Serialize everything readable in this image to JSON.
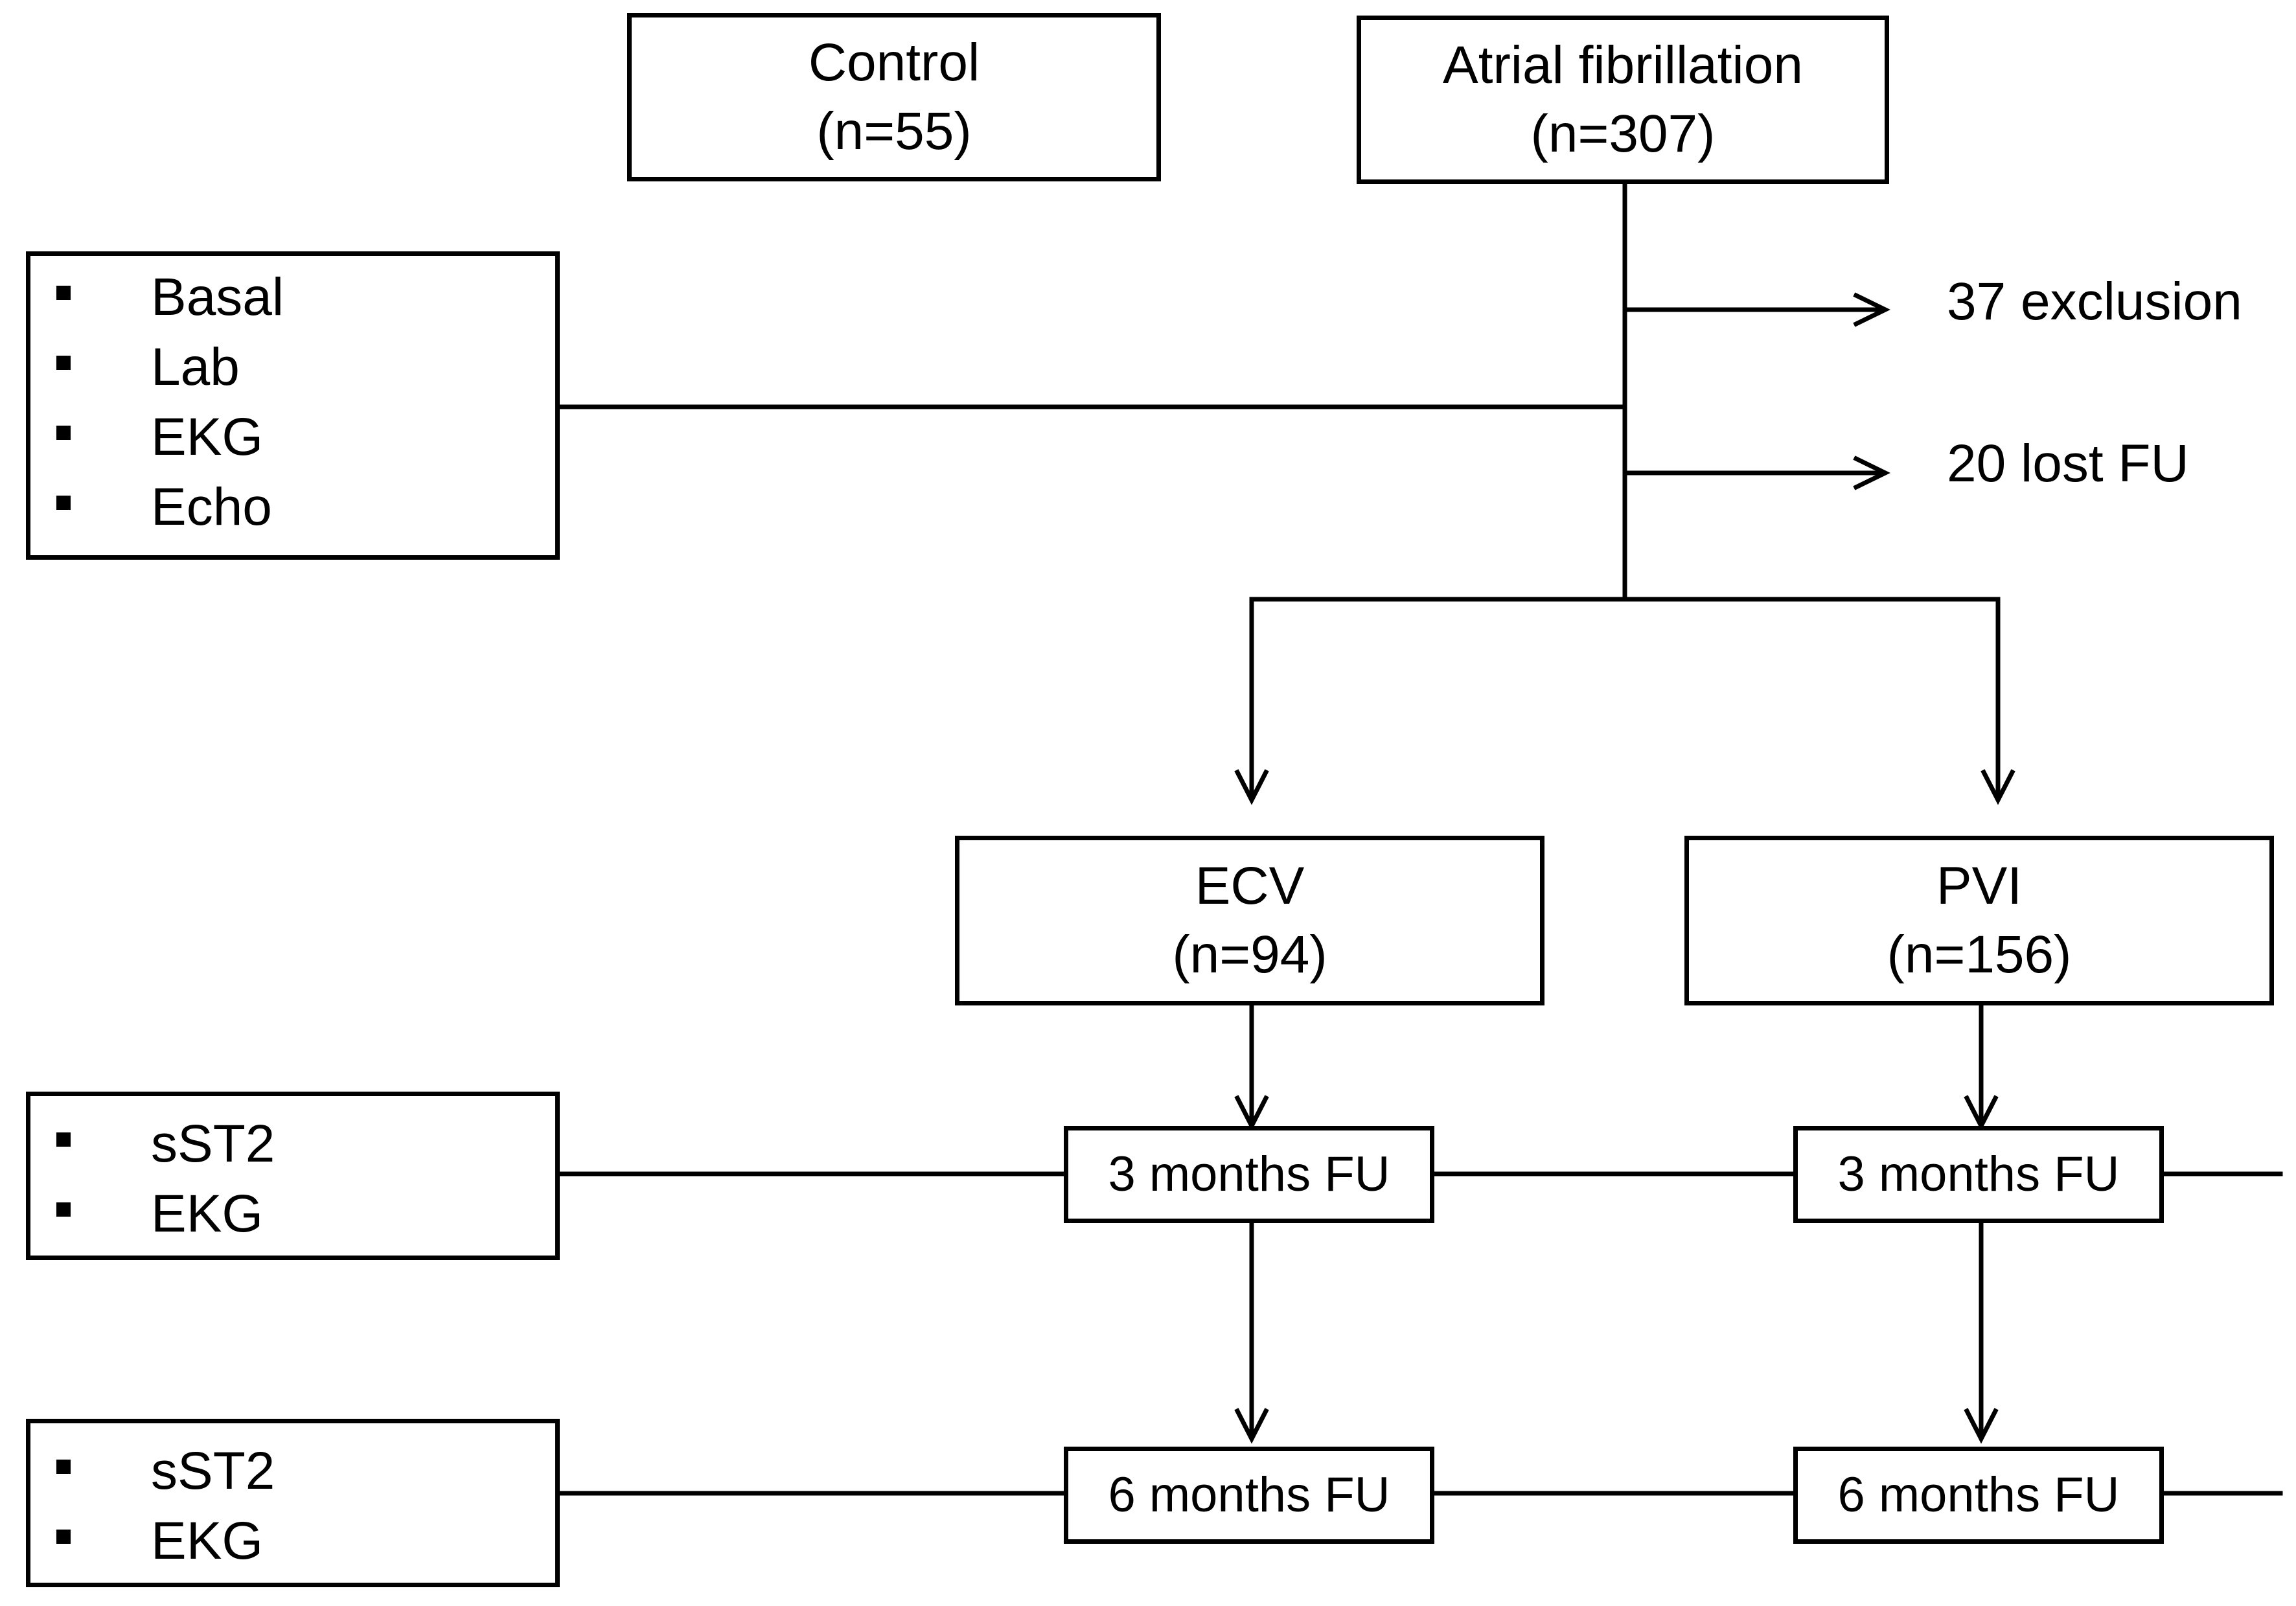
{
  "groups": {
    "control": {
      "title": "Control",
      "n": "(n=55)"
    },
    "af": {
      "title": "Atrial fibrillation",
      "n": "(n=307)"
    }
  },
  "exits": {
    "exclusion": "37 exclusion",
    "lost": "20 lost FU"
  },
  "arms": {
    "ecv": {
      "title": "ECV",
      "n": "(n=94)"
    },
    "pvi": {
      "title": "PVI",
      "n": "(n=156)"
    }
  },
  "followups": {
    "ecv_3": "3 months FU",
    "pvi_3": "3 months FU",
    "ecv_6": "6 months FU",
    "pvi_6": "6 months FU"
  },
  "assessments": {
    "baseline": [
      "Basal",
      "Lab",
      "EKG",
      "Echo"
    ],
    "month3": [
      "sST2",
      "EKG"
    ],
    "month6": [
      "sST2",
      "EKG"
    ]
  }
}
